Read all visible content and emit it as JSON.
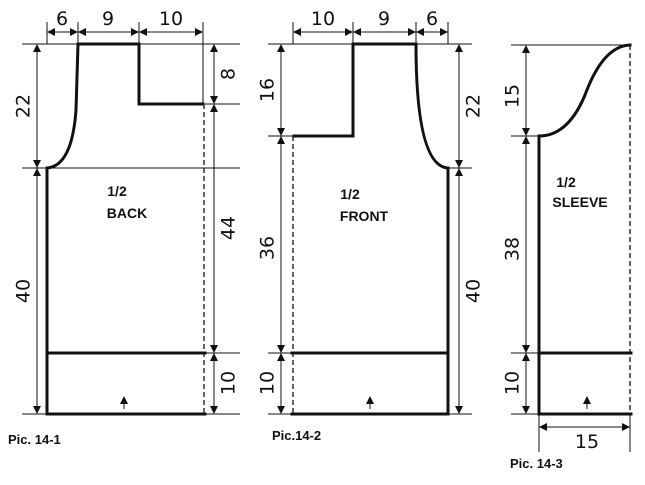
{
  "pieces": {
    "back": {
      "title_frac": "1/2",
      "title_name": "BACK",
      "caption": "Pic. 14-1",
      "dims": {
        "top_a": "6",
        "top_b": "9",
        "top_c": "10",
        "left_a": "22",
        "left_b": "40",
        "right_a": "8",
        "right_b": "44",
        "right_c": "10"
      }
    },
    "front": {
      "title_frac": "1/2",
      "title_name": "FRONT",
      "caption": "Pic.14-2",
      "dims": {
        "top_a": "10",
        "top_b": "9",
        "top_c": "6",
        "left_a": "16",
        "left_b": "36",
        "left_c": "10",
        "right_a": "22",
        "right_b": "40"
      }
    },
    "sleeve": {
      "title_frac": "1/2",
      "title_name": "SLEEVE",
      "caption": "Pic. 14-3",
      "dims": {
        "left_a": "15",
        "left_b": "38",
        "left_c": "10",
        "bottom": "15"
      }
    }
  }
}
